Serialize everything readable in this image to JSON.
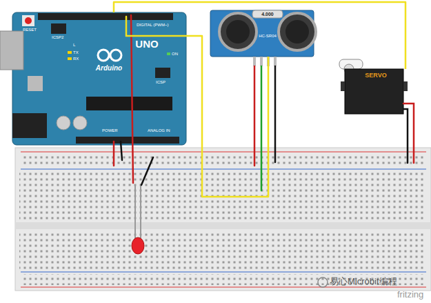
{
  "diagram": {
    "nodes": [
      {
        "text": [
          "Arduino",
          "UNO"
        ]
      },
      {
        "text": [
          "4.000",
          "HC-SR04"
        ]
      },
      {
        "text": [
          "SERVO"
        ]
      }
    ],
    "edges": [
      {
        "from": 0,
        "to": 2,
        "arrow": "none"
      },
      {
        "from": 0,
        "to": 1,
        "arrow": "none"
      }
    ],
    "labels": [
      "RESET",
      "ICSP2",
      "TX",
      "RX",
      "L",
      "ON",
      "ICSP",
      "DIGITAL (PWM~)",
      "POWER",
      "ANALOG IN",
      "易心Microbit编程",
      "fritzing"
    ]
  }
}
